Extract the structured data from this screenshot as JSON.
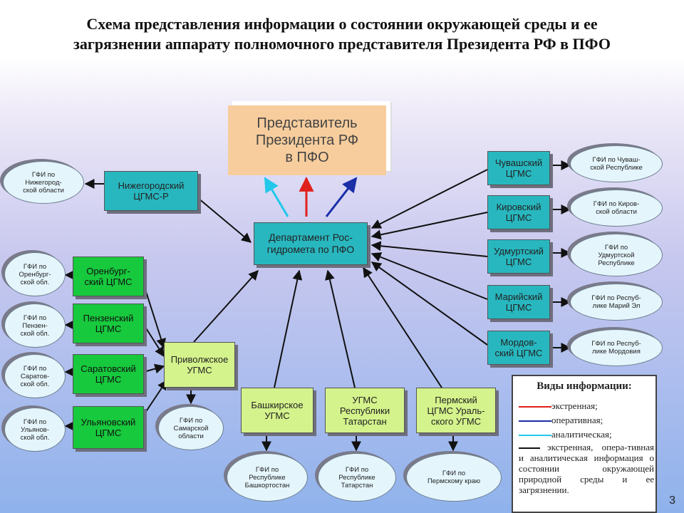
{
  "title": {
    "line1": "Схема представления информации о состоянии окружающей среды и ее",
    "line2": "загрязнении аппарату полномочного представителя Президента РФ в ПФО"
  },
  "nodes": {
    "president": "Представитель\nПрезидента РФ\nв ПФО",
    "department": "Департамент Рос-\nгидромета по ПФО",
    "nizhny": "Нижегородский\nЦГМС-Р",
    "orenburg": "Оренбург-\nский ЦГМС",
    "penza": "Пензенский\nЦГМС",
    "saratov": "Саратовский\nЦГМС",
    "ulyanovsk": "Ульяновский\nЦГМС",
    "privolzh": "Приволжское\nУГМС",
    "bashkir": "Башкирское\nУГМС",
    "tatarstan": "УГМС\nРеспублики\nТатарстан",
    "perm": "Пермский\nЦГМС Ураль-\nского УГМС",
    "chuvash": "Чувашский\nЦГМС",
    "kirov": "Кировский\nЦГМС",
    "udmurt": "Удмуртский\nЦГМС",
    "mari": "Марийский\nЦГМС",
    "mordov": "Мордов-\nский ЦГМС"
  },
  "gfi": {
    "nizhny": "ГФИ по\nНижегород-\nской области",
    "orenburg": "ГФИ по\nОренбург-\nской обл.",
    "penza": "ГФИ по\nПензен-\nской обл.",
    "saratov": "ГФИ по\nСаратов-\nской обл.",
    "ulyanovsk": "ГФИ по\nУльянов-\nской обл.",
    "samara": "ГФИ по\nСамарской\nобласти",
    "bashkir": "ГФИ по\nРеспублике\nБашкортостан",
    "tatarstan": "ГФИ по\nРеспублике\nТатарстан",
    "perm": "ГФИ по\nПермскому краю",
    "chuvash": "ГФИ по Чуваш-\nской Республике",
    "kirov": "ГФИ по Киров-\nской области",
    "udmurt": "ГФИ по\nУдмуртской\nРеспублике",
    "mari": "ГФИ по Респуб-\nлике Марий Эл",
    "mordov": "ГФИ по Респуб-\nлике Мордовия"
  },
  "legend": {
    "title": "Виды информации:",
    "items": [
      {
        "label": "экстренная;",
        "color": "#e0201a"
      },
      {
        "label": "оперативная;",
        "color": "#1a2ea8"
      },
      {
        "label": "аналитическая;",
        "color": "#22c8ea"
      }
    ],
    "black_color": "#111111",
    "description": "экстренная, опера-тивная и аналитическая информация о состоянии окружающей природной среды и ее загрязнении."
  },
  "page_number": "3"
}
